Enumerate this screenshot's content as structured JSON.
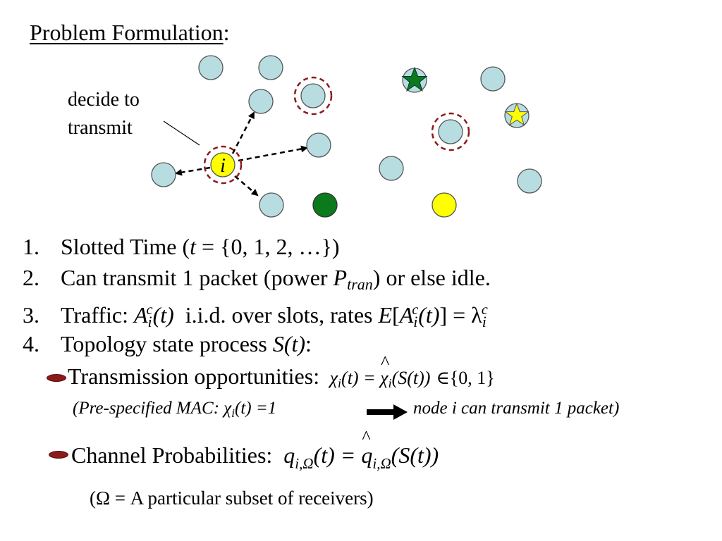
{
  "title": "Problem Formulation",
  "title_colon": ":",
  "annotation": "decide to transmit",
  "node_label": "i",
  "items": [
    {
      "num": "1.",
      "text": "Slotted Time (t = {0, 1, 2, …})"
    },
    {
      "num": "2.",
      "text": "Can transmit 1 packet (power P_tran) or else idle."
    },
    {
      "num": "3.",
      "text": "Traffic: A_i^c(t) i.i.d. over slots, rates E[A_i^c(t)] = λ_i^c"
    },
    {
      "num": "4.",
      "text": "Topology state process S(t):"
    }
  ],
  "transmission_opportunities": "Transmission opportunities:",
  "to_set": "∈{0, 1}",
  "mac_note": "(Pre-specified MAC: χi(t) =1",
  "mac_note_result": "node i can transmit 1 packet)",
  "channel_probabilities": "Channel Probabilities:",
  "omega_note": "(Ω = A particular subset of receivers)",
  "colors": {
    "node_fill": "#b8dde0",
    "node_stroke": "#555555",
    "dashed_ring": "#8b1a1a",
    "green_node": "#0b7a1c",
    "yellow_node": "#ffff00",
    "bullet": "#8b1a1a"
  }
}
